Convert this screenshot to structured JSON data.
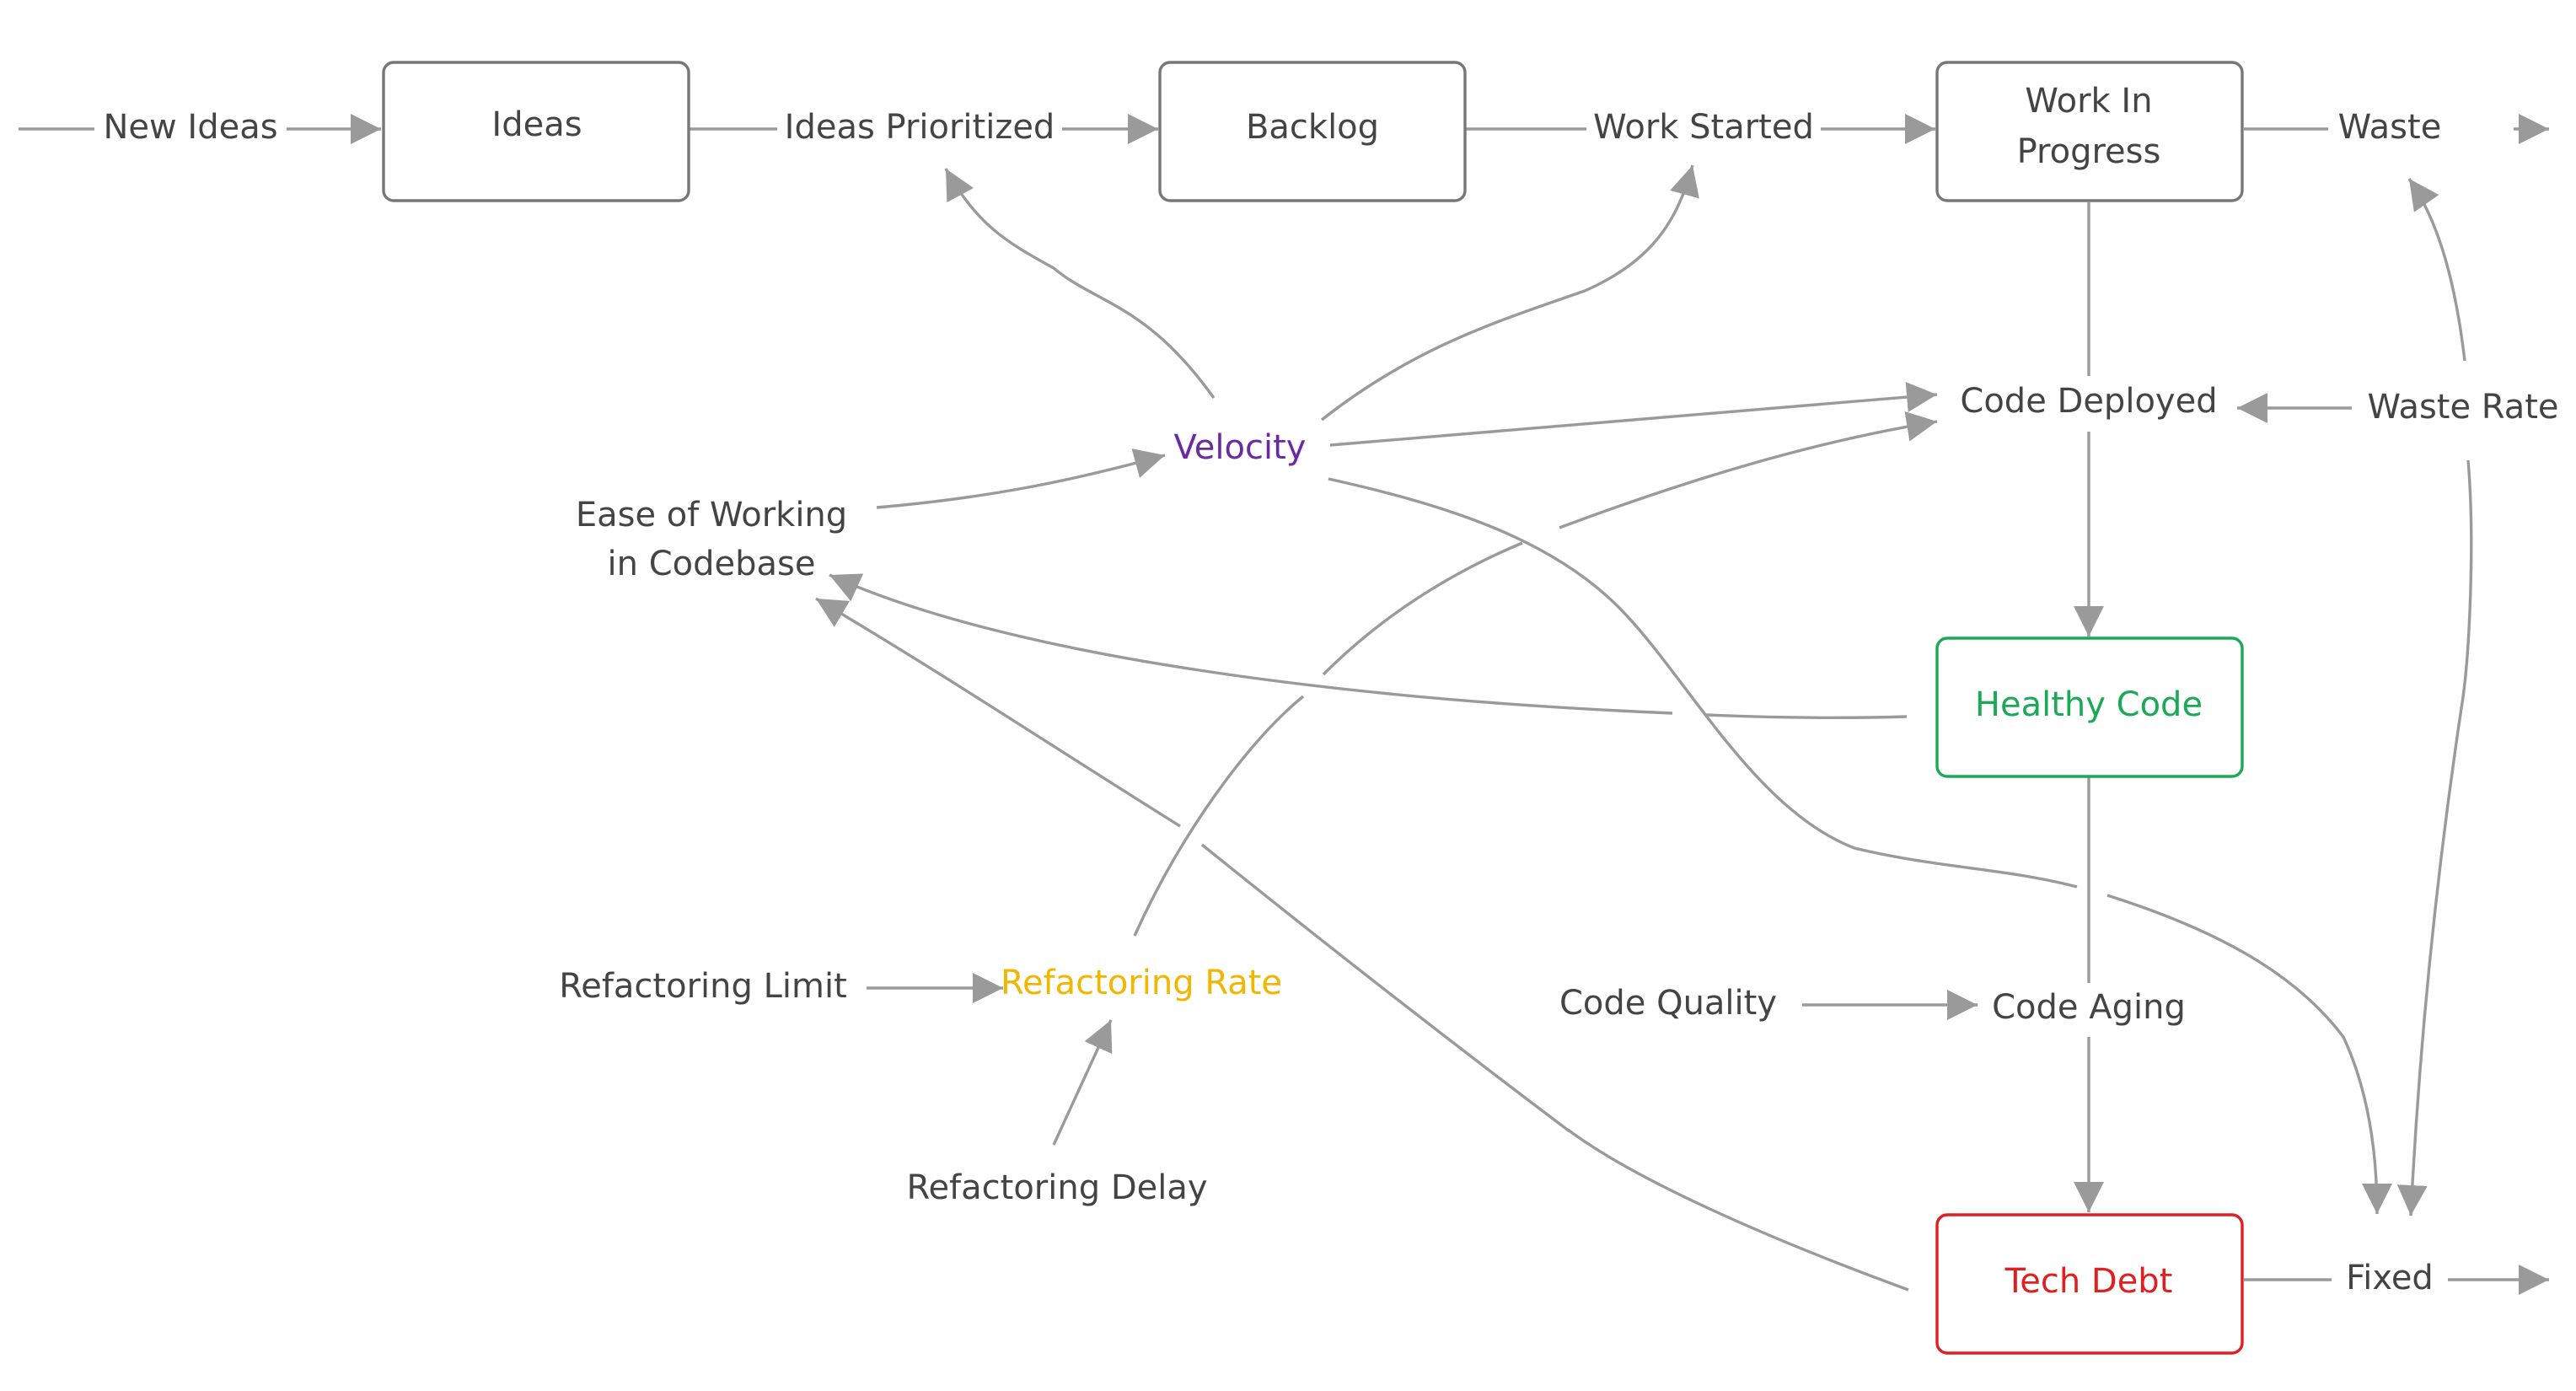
{
  "colors": {
    "text": "#444444",
    "edge": "#9a9a9a",
    "stock_border": "#777777",
    "velocity": "#6a2aa0",
    "refactoring_rate": "#f2b600",
    "healthy_code": "#1aaa55",
    "tech_debt": "#e02020"
  },
  "stocks": {
    "ideas": {
      "label": "Ideas"
    },
    "backlog": {
      "label": "Backlog"
    },
    "wip": {
      "label_line1": "Work In",
      "label_line2": "Progress"
    },
    "healthy_code": {
      "label": "Healthy Code"
    },
    "tech_debt": {
      "label": "Tech Debt"
    }
  },
  "flows": {
    "new_ideas": "New Ideas",
    "ideas_prioritized": "Ideas Prioritized",
    "work_started": "Work Started",
    "waste": "Waste",
    "code_deployed": "Code Deployed",
    "code_aging": "Code Aging",
    "fixed": "Fixed"
  },
  "variables": {
    "velocity": "Velocity",
    "ease_line1": "Ease of Working",
    "ease_line2": "in Codebase",
    "waste_rate": "Waste Rate",
    "refactoring_limit": "Refactoring Limit",
    "refactoring_rate": "Refactoring Rate",
    "refactoring_delay": "Refactoring Delay",
    "code_quality": "Code Quality"
  }
}
